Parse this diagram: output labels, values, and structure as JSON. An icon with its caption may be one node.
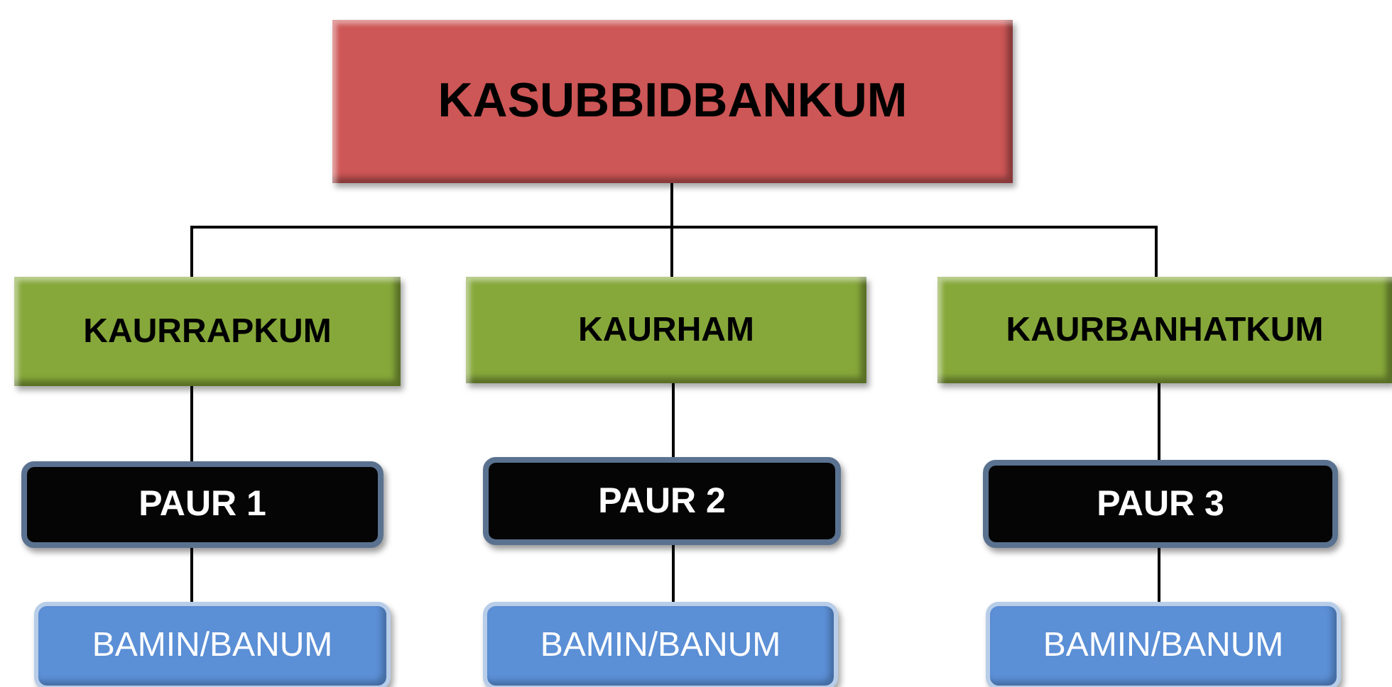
{
  "diagram": {
    "nodes": [
      {
        "text": [
          "KASUBBIDBANKUM"
        ]
      },
      {
        "text": [
          "KAURRAPKUM"
        ]
      },
      {
        "text": [
          "KAURHAM"
        ]
      },
      {
        "text": [
          "KAURBANHATKUM"
        ]
      },
      {
        "text": [
          "PAUR 1"
        ]
      },
      {
        "text": [
          "PAUR 2"
        ]
      },
      {
        "text": [
          "PAUR 3"
        ]
      },
      {
        "text": [
          "BAMIN/BANUM"
        ]
      },
      {
        "text": [
          "BAMIN/BANUM"
        ]
      },
      {
        "text": [
          "BAMIN/BANUM"
        ]
      }
    ],
    "edges": [
      {
        "from": 0,
        "to": 1,
        "arrow": "none"
      },
      {
        "from": 0,
        "to": 2,
        "arrow": "none"
      },
      {
        "from": 0,
        "to": 3,
        "arrow": "none"
      },
      {
        "from": 1,
        "to": 4,
        "arrow": "none"
      },
      {
        "from": 2,
        "to": 5,
        "arrow": "none"
      },
      {
        "from": 3,
        "to": 6,
        "arrow": "none"
      },
      {
        "from": 4,
        "to": 7,
        "arrow": "none"
      },
      {
        "from": 5,
        "to": 8,
        "arrow": "none"
      },
      {
        "from": 6,
        "to": 9,
        "arrow": "none"
      }
    ]
  }
}
